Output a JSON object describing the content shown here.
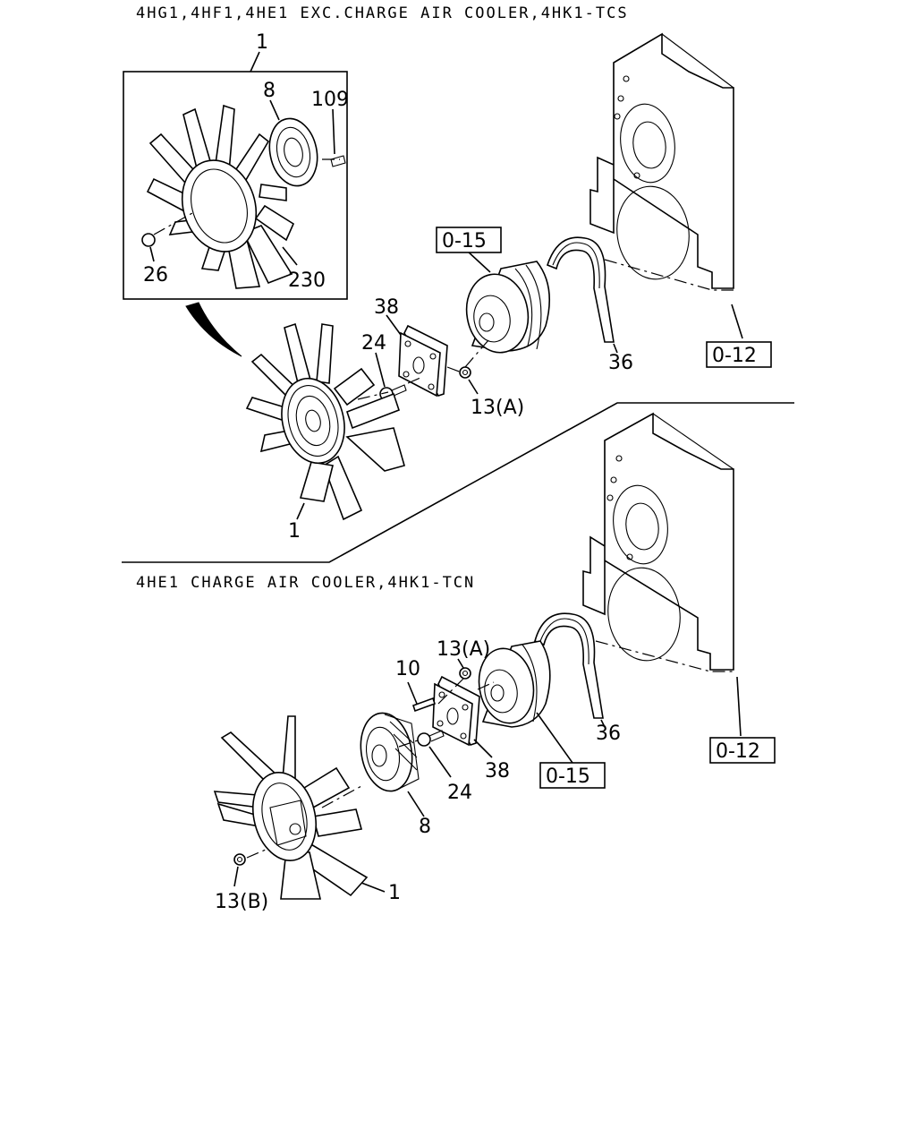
{
  "sections": {
    "top_heading": "4HG1,4HF1,4HE1 EXC.CHARGE AIR COOLER,4HK1-TCS",
    "bottom_heading": "4HE1 CHARGE AIR COOLER,4HK1-TCN"
  },
  "top": {
    "inset_label": "1",
    "inset_parts": {
      "clutch": "8",
      "stud": "109",
      "bolt": "26",
      "fan": "230"
    },
    "fan_label": "1",
    "bracket_label": "38",
    "bolt_label": "24",
    "nut_label": "13(A)",
    "belt_label": "36",
    "pulley_ref": "0-15",
    "engine_ref": "0-12"
  },
  "bottom": {
    "stud_label": "10",
    "nut_a_label": "13(A)",
    "bracket_label": "38",
    "bolt_label": "24",
    "clutch_label": "8",
    "nut_b_label": "13(B)",
    "fan_label": "1",
    "belt_label": "36",
    "pulley_ref": "0-15",
    "engine_ref": "0-12"
  }
}
